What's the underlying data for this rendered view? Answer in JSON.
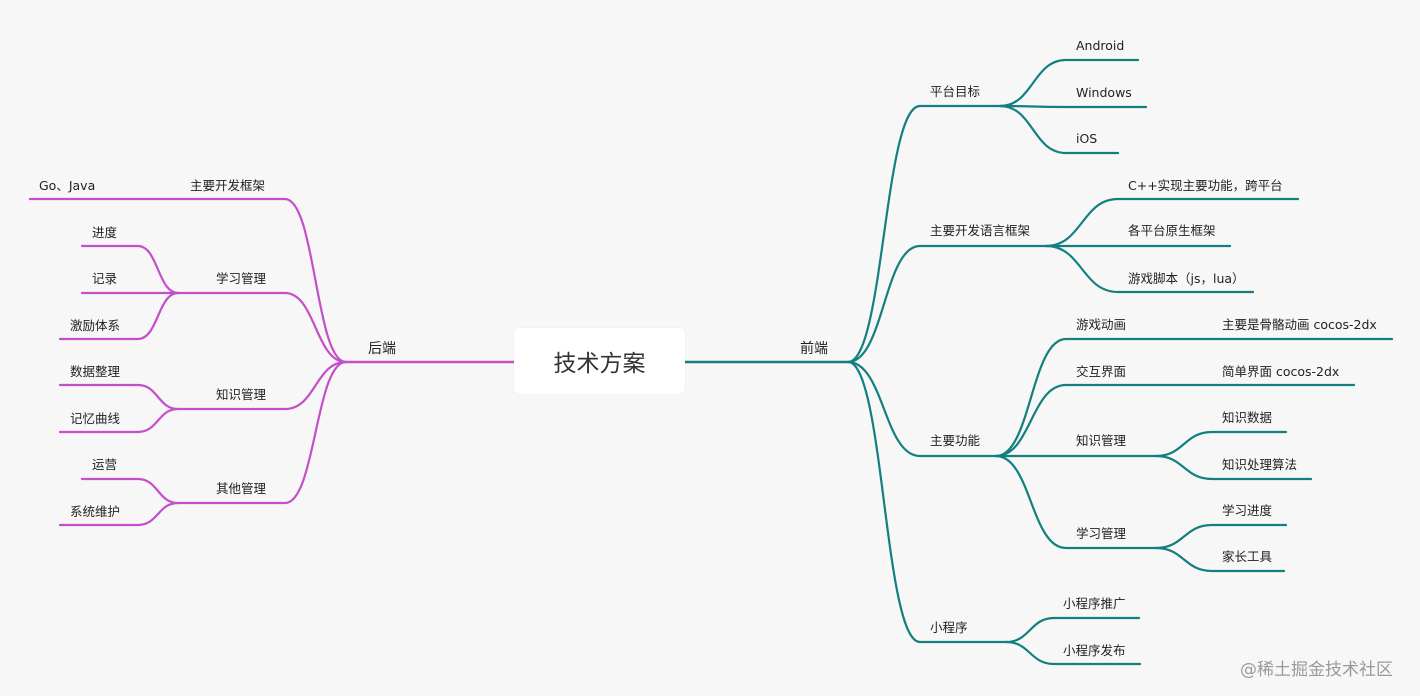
{
  "root": "技术方案",
  "colors": {
    "right": "#137f7f",
    "left": "#c44fc9",
    "text": "#222222",
    "background": "#f7f7f7"
  },
  "right": {
    "label": "前端",
    "children": [
      {
        "label": "平台目标",
        "children": [
          {
            "label": "Android"
          },
          {
            "label": "Windows"
          },
          {
            "label": "iOS"
          }
        ]
      },
      {
        "label": "主要开发语言框架",
        "children": [
          {
            "label": "C++实现主要功能，跨平台"
          },
          {
            "label": "各平台原生框架"
          },
          {
            "label": "游戏脚本（js，lua）"
          }
        ]
      },
      {
        "label": "主要功能",
        "children": [
          {
            "label": "游戏动画",
            "children": [
              {
                "label": "主要是骨骼动画 cocos-2dx"
              }
            ]
          },
          {
            "label": "交互界面",
            "children": [
              {
                "label": "简单界面 cocos-2dx"
              }
            ]
          },
          {
            "label": "知识管理",
            "children": [
              {
                "label": "知识数据"
              },
              {
                "label": "知识处理算法"
              }
            ]
          },
          {
            "label": "学习管理",
            "children": [
              {
                "label": "学习进度"
              },
              {
                "label": "家长工具"
              }
            ]
          }
        ]
      },
      {
        "label": "小程序",
        "children": [
          {
            "label": "小程序推广"
          },
          {
            "label": "小程序发布"
          }
        ]
      }
    ]
  },
  "left": {
    "label": "后端",
    "children": [
      {
        "label": "主要开发框架",
        "children": [
          {
            "label": "Go、Java"
          }
        ]
      },
      {
        "label": "学习管理",
        "children": [
          {
            "label": "进度"
          },
          {
            "label": "记录"
          },
          {
            "label": "激励体系"
          }
        ]
      },
      {
        "label": "知识管理",
        "children": [
          {
            "label": "数据整理"
          },
          {
            "label": "记忆曲线"
          }
        ]
      },
      {
        "label": "其他管理",
        "children": [
          {
            "label": "运营"
          },
          {
            "label": "系统维护"
          }
        ]
      }
    ]
  },
  "watermark": "@稀土掘金技术社区"
}
